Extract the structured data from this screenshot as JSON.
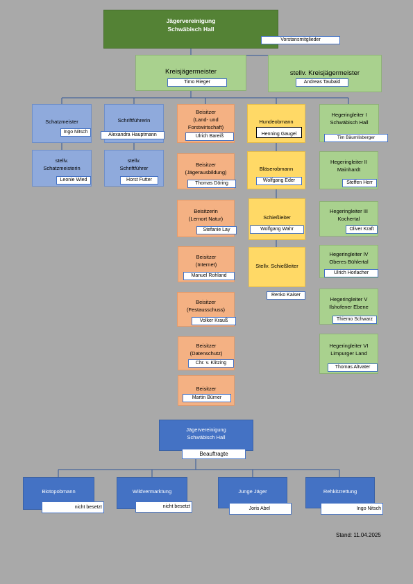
{
  "top": {
    "title1": "Jägervereinigung",
    "title2": "Schwäbisch Hall",
    "label": "Vorstansmitglieder"
  },
  "kreis": {
    "title": "Kreisjägermeister",
    "name": "Timo Rieger"
  },
  "stellv": {
    "title": "stellv. Kreisjägermeister",
    "name": "Andreas Taubald"
  },
  "blue": [
    {
      "l1": "Schatzmeister",
      "l2": "",
      "name": "Ingo Nitsch"
    },
    {
      "l1": "Schriftführerin",
      "l2": "",
      "name": "Alexandra Hauptmann"
    },
    {
      "l1": "stellv.",
      "l2": "Schatzmeisterin",
      "name": "Leonie Wied"
    },
    {
      "l1": "stellv.",
      "l2": "Schriftführer",
      "name": "Horst Futter"
    }
  ],
  "orange": [
    {
      "l1": "Beisitzer",
      "l2": "(Land- und",
      "l3": "Forstwirtschaft)",
      "name": "Ulrich Bareiß"
    },
    {
      "l1": "Beisitzer",
      "l2": "(Jägerausbildung)",
      "l3": "",
      "name": "Thomas Döring"
    },
    {
      "l1": "Beisitzerin",
      "l2": "(Lernort Natur)",
      "l3": "",
      "name": "Stefanie Lay"
    },
    {
      "l1": "Beisitzer",
      "l2": "(Internet)",
      "l3": "",
      "name": "Manuel Rohland"
    },
    {
      "l1": "Beisitzer",
      "l2": "(Festausschuss)",
      "l3": "",
      "name": "Volker Krauß"
    },
    {
      "l1": "Beisitzer",
      "l2": "(Datenschutz)",
      "l3": "",
      "name": "Chr. v. Klitzing"
    },
    {
      "l1": "Beisitzer",
      "l2": "",
      "l3": "",
      "name": "Martin Bürner"
    }
  ],
  "yellow": [
    {
      "l1": "Hundeobmann",
      "name": "Henning Gaugel"
    },
    {
      "l1": "Bläserobmann",
      "name": "Wolfgang Eder"
    },
    {
      "l1": "Schießleiter",
      "name": "Wolfgang Wahr"
    },
    {
      "l1": "Stellv. Schießleiter",
      "name": "Renko Kaiser"
    }
  ],
  "green": [
    {
      "l1": "Hegeringleiter I",
      "l2": "Schwäbisch Hall",
      "name": "Tim Bäumlisberger"
    },
    {
      "l1": "Hegeringleiter II",
      "l2": "Mainhardt",
      "name": "Steffen Herr"
    },
    {
      "l1": "Hegeringleiter III",
      "l2": "Kochertal",
      "name": "Oliver Kraft"
    },
    {
      "l1": "Hegeringleiter IV",
      "l2": "Oberes Bühlertal",
      "name": "Ulrich Horlacher"
    },
    {
      "l1": "Hegeringleiter V",
      "l2": "Ilshofener Ebene",
      "name": "Thiemo Schwarz"
    },
    {
      "l1": "Hegeringleiter VI",
      "l2": "Limpurger Land",
      "name": "Thomas Altvater"
    }
  ],
  "bottom": {
    "title1": "Jägervereinigung",
    "title2": "Schwäbisch Hall",
    "label": "Beauftragte"
  },
  "beauftragte": [
    {
      "title": "Biotopobmann",
      "name": "nicht besetzt"
    },
    {
      "title": "Wildvermarktung",
      "name": "nicht besetzt"
    },
    {
      "title": "Junge Jäger",
      "name": "Joris Abel"
    },
    {
      "title": "Rehkitzrettung",
      "name": "Ingo Nitsch"
    }
  ],
  "stand": "Stand: 11.04.2025",
  "colors": {
    "darkgreen": "#548235",
    "green": "#a9d18e",
    "blue": "#8faadc",
    "orange": "#f4b183",
    "yellow": "#ffd966",
    "royal": "#4472c4",
    "background": "#a9a9a9"
  }
}
